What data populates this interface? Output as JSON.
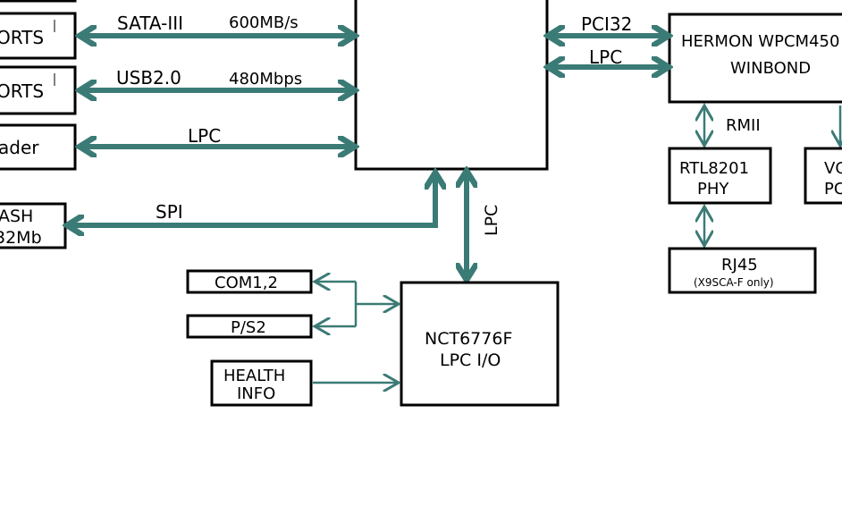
{
  "colors": {
    "bus": "#3b7b76",
    "box_stroke": "#000000",
    "background": "#ffffff"
  },
  "boxes": {
    "ports1": "ORTS",
    "ports2": "ORTS",
    "reader": "ader",
    "flash_line1": "ASH",
    "flash_line2": "32Mb",
    "hermon_line1": "HERMON WPCM450",
    "hermon_line2": "WINBOND",
    "rtl_line1": "RTL8201",
    "rtl_line2": "PHY",
    "vga_line1": "VG",
    "vga_line2": "PC",
    "rj45_line1": "RJ45",
    "rj45_line2": "(X9SCA-F only)",
    "com": "COM1,2",
    "ps2": "P/S2",
    "health_line1": "HEALTH",
    "health_line2": "INFO",
    "nct_line1": "NCT6776F",
    "nct_line2": "LPC I/O"
  },
  "bus_labels": {
    "sata": "SATA-III",
    "sata_speed": "600MB/s",
    "usb": "USB2.0",
    "usb_speed": "480Mbps",
    "lpc_reader": "LPC",
    "spi": "SPI",
    "lpc_vertical": "LPC",
    "pci32": "PCI32",
    "lpc_hermon": "LPC",
    "rmii": "RMII"
  }
}
